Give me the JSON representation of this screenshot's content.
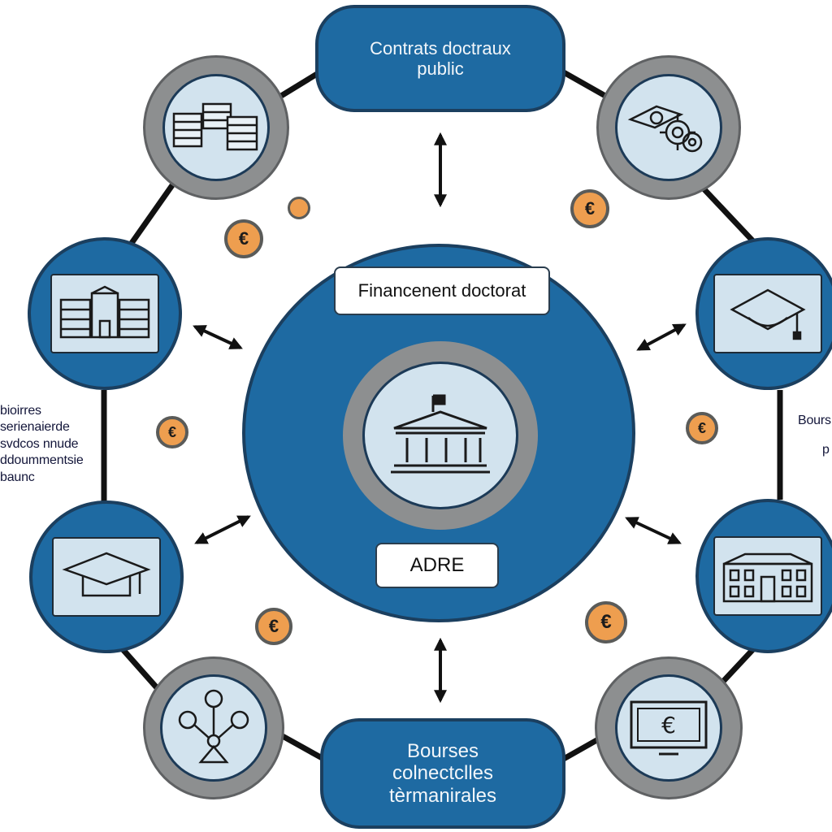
{
  "top_box": {
    "lines": [
      "Contrats doctraux",
      "public"
    ]
  },
  "bottom_box": {
    "lines": [
      "Bourses",
      "colnectclles",
      "tèrmanirales"
    ]
  },
  "center": {
    "title": "Financenent doctorat",
    "label": "ADRE"
  },
  "left_text": {
    "lines": [
      "bioirres",
      "serienaierde",
      "svdcos nnude",
      "ddoummentsie",
      "baunc"
    ]
  },
  "right_text": {
    "lines": [
      "Bours",
      "p"
    ]
  },
  "coins": {
    "symbol": "€"
  },
  "icons": {
    "top_left": "stacked-coins-icon",
    "top_right": "money-gears-icon",
    "left_upper": "university-building-icon",
    "right_upper": "graduation-cap-icon",
    "left_lower": "graduation-cap-icon",
    "right_lower": "campus-building-icon",
    "bottom_left": "network-tree-icon",
    "bottom_right": "euro-monitor-icon",
    "center": "government-building-icon"
  },
  "colors": {
    "node_blue": "#1e6aa2",
    "node_gray": "#8d8f90",
    "panel_fill": "#d2e3ee",
    "coin_fill": "#ee9e4f",
    "line_dark": "#111111"
  }
}
